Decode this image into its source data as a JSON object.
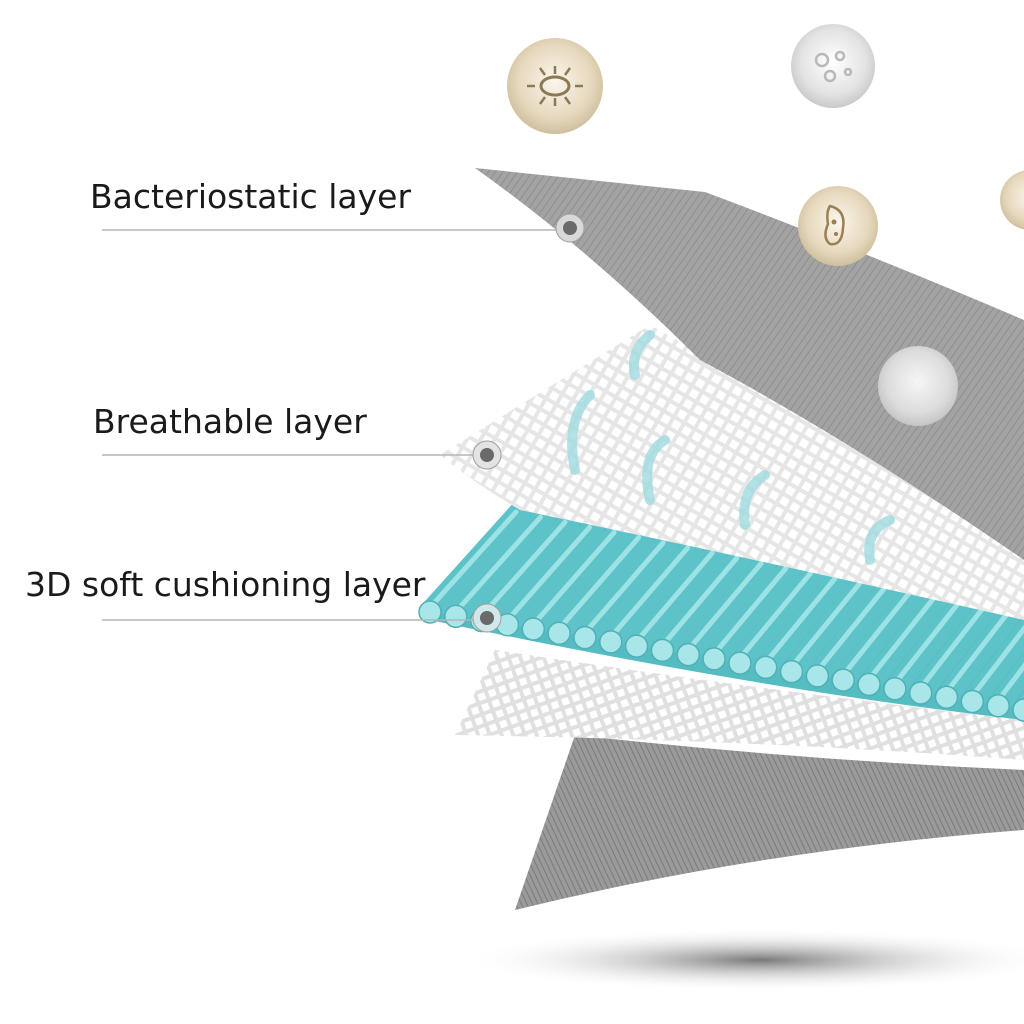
{
  "labels": {
    "bacteriostatic": "Bacteriostatic layer",
    "breathable": "Breathable layer",
    "cushioning": "3D soft cushioning layer"
  },
  "icons": [
    "virus-icon",
    "germ-cluster-icon",
    "bacterium-icon",
    "bubble-icon"
  ],
  "colors": {
    "fabric_gray": "#9a9a9a",
    "mesh_white": "#f2f2f2",
    "cushion_teal": "#5ec3c8",
    "leader_line": "#b5b5b5",
    "text": "#1a1a1a",
    "germ_tan": "#e8dcc4"
  }
}
